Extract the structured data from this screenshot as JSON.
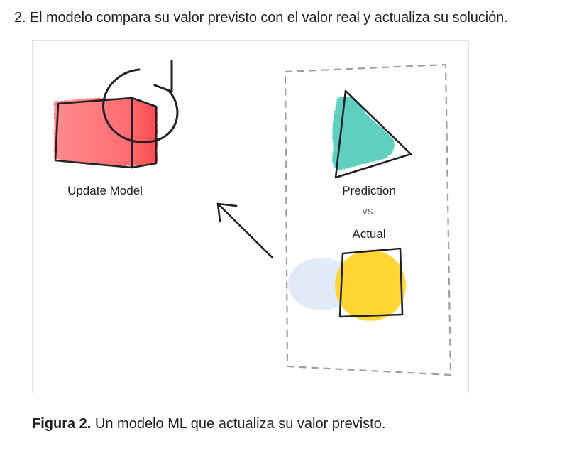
{
  "step": {
    "text": "2. El modelo compara su valor previsto con el valor real y actualiza su solución."
  },
  "figure": {
    "labels": {
      "update_model": "Update Model",
      "prediction": "Prediction",
      "vs": "vs.",
      "actual": "Actual"
    },
    "colors": {
      "update_model_box": "#ff5a5f",
      "prediction_triangle": "#5ecfc0",
      "actual_square": "#ffd633",
      "actual_smear": "#dbe7f8",
      "dashed_frame": "#9e9e9e"
    }
  },
  "caption": {
    "label": "Figura 2.",
    "text": " Un modelo ML que actualiza su valor previsto."
  }
}
